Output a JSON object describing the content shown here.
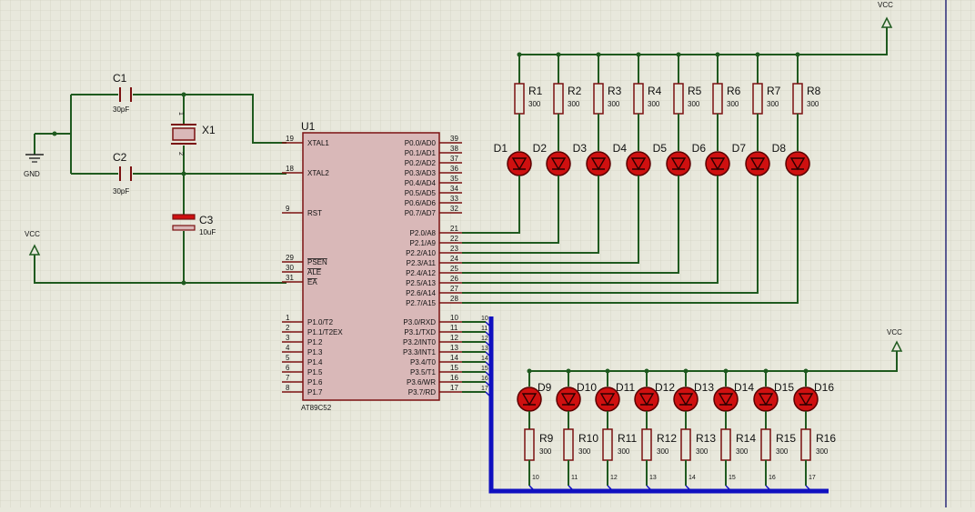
{
  "mcu": {
    "ref": "U1",
    "part": "AT89C52",
    "left_pins": [
      {
        "num": "19",
        "label": "XTAL1"
      },
      {
        "num": "18",
        "label": "XTAL2"
      },
      {
        "num": "9",
        "label": "RST"
      },
      {
        "num": "29",
        "label": "PSEN"
      },
      {
        "num": "30",
        "label": "ALE"
      },
      {
        "num": "31",
        "label": "EA"
      },
      {
        "num": "1",
        "label": "P1.0/T2"
      },
      {
        "num": "2",
        "label": "P1.1/T2EX"
      },
      {
        "num": "3",
        "label": "P1.2"
      },
      {
        "num": "4",
        "label": "P1.3"
      },
      {
        "num": "5",
        "label": "P1.4"
      },
      {
        "num": "6",
        "label": "P1.5"
      },
      {
        "num": "7",
        "label": "P1.6"
      },
      {
        "num": "8",
        "label": "P1.7"
      }
    ],
    "right_pins": [
      {
        "num": "39",
        "label": "P0.0/AD0"
      },
      {
        "num": "38",
        "label": "P0.1/AD1"
      },
      {
        "num": "37",
        "label": "P0.2/AD2"
      },
      {
        "num": "36",
        "label": "P0.3/AD3"
      },
      {
        "num": "35",
        "label": "P0.4/AD4"
      },
      {
        "num": "34",
        "label": "P0.5/AD5"
      },
      {
        "num": "33",
        "label": "P0.6/AD6"
      },
      {
        "num": "32",
        "label": "P0.7/AD7"
      },
      {
        "num": "21",
        "label": "P2.0/A8"
      },
      {
        "num": "22",
        "label": "P2.1/A9"
      },
      {
        "num": "23",
        "label": "P2.2/A10"
      },
      {
        "num": "24",
        "label": "P2.3/A11"
      },
      {
        "num": "25",
        "label": "P2.4/A12"
      },
      {
        "num": "26",
        "label": "P2.5/A13"
      },
      {
        "num": "27",
        "label": "P2.6/A14"
      },
      {
        "num": "28",
        "label": "P2.7/A15"
      },
      {
        "num": "10",
        "label": "P3.0/RXD"
      },
      {
        "num": "11",
        "label": "P3.1/TXD"
      },
      {
        "num": "12",
        "label": "P3.2/INT0"
      },
      {
        "num": "13",
        "label": "P3.3/INT1"
      },
      {
        "num": "14",
        "label": "P3.4/T0"
      },
      {
        "num": "15",
        "label": "P3.5/T1"
      },
      {
        "num": "16",
        "label": "P3.6/WR"
      },
      {
        "num": "17",
        "label": "P3.7/RD"
      }
    ],
    "bus_nets": [
      "10",
      "11",
      "12",
      "13",
      "14",
      "15",
      "16",
      "17"
    ]
  },
  "caps": [
    {
      "ref": "C1",
      "value": "30pF"
    },
    {
      "ref": "C2",
      "value": "30pF"
    },
    {
      "ref": "C3",
      "value": "10uF"
    }
  ],
  "crystal": {
    "ref": "X1",
    "pin1": "1",
    "pin2": "2"
  },
  "power": {
    "gnd": "GND",
    "vcc": "VCC"
  },
  "top_row": [
    {
      "r": "R1",
      "rv": "300",
      "d": "D1"
    },
    {
      "r": "R2",
      "rv": "300",
      "d": "D2"
    },
    {
      "r": "R3",
      "rv": "300",
      "d": "D3"
    },
    {
      "r": "R4",
      "rv": "300",
      "d": "D4"
    },
    {
      "r": "R5",
      "rv": "300",
      "d": "D5"
    },
    {
      "r": "R6",
      "rv": "300",
      "d": "D6"
    },
    {
      "r": "R7",
      "rv": "300",
      "d": "D7"
    },
    {
      "r": "R8",
      "rv": "300",
      "d": "D8"
    }
  ],
  "bottom_row": [
    {
      "r": "R9",
      "rv": "300",
      "d": "D9",
      "net": "10"
    },
    {
      "r": "R10",
      "rv": "300",
      "d": "D10",
      "net": "11"
    },
    {
      "r": "R11",
      "rv": "300",
      "d": "D11",
      "net": "12"
    },
    {
      "r": "R12",
      "rv": "300",
      "d": "D12",
      "net": "13"
    },
    {
      "r": "R13",
      "rv": "300",
      "d": "D13",
      "net": "14"
    },
    {
      "r": "R14",
      "rv": "300",
      "d": "D14",
      "net": "15"
    },
    {
      "r": "R15",
      "rv": "300",
      "d": "D15",
      "net": "16"
    },
    {
      "r": "R16",
      "rv": "300",
      "d": "D16",
      "net": "17"
    }
  ],
  "colors": {
    "background": "#e8e8dc",
    "grid": "#c9c9b8",
    "wire": "#1f5a1f",
    "bus": "#1010c0",
    "component": "#7a1010",
    "chip_fill": "#d9b8b8",
    "led_fill": "#cf1010"
  }
}
